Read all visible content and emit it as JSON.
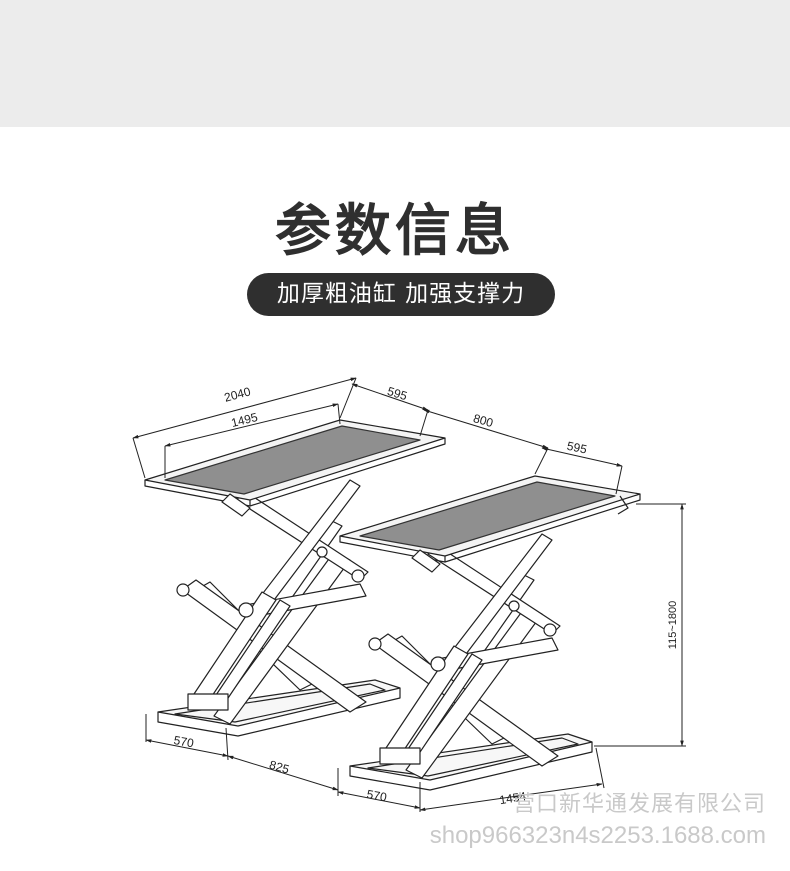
{
  "header": {
    "title": "参数信息",
    "subtitle": "加厚粗油缸 加强支撑力"
  },
  "dimensions": {
    "d2040": "2040",
    "d1495": "1495",
    "d595a": "595",
    "d800": "800",
    "d595b": "595",
    "height_range": "115~1800",
    "d570a": "570",
    "d825": "825",
    "d570b": "570",
    "d1454": "1454"
  },
  "watermark": {
    "line1": "营口新华通发展有限公司",
    "line2": "shop966323n4s2253.1688.com"
  },
  "colors": {
    "top_band": "#ececec",
    "title": "#2f2f2f",
    "pill_bg": "#2f2f2f",
    "line": "#222222"
  }
}
